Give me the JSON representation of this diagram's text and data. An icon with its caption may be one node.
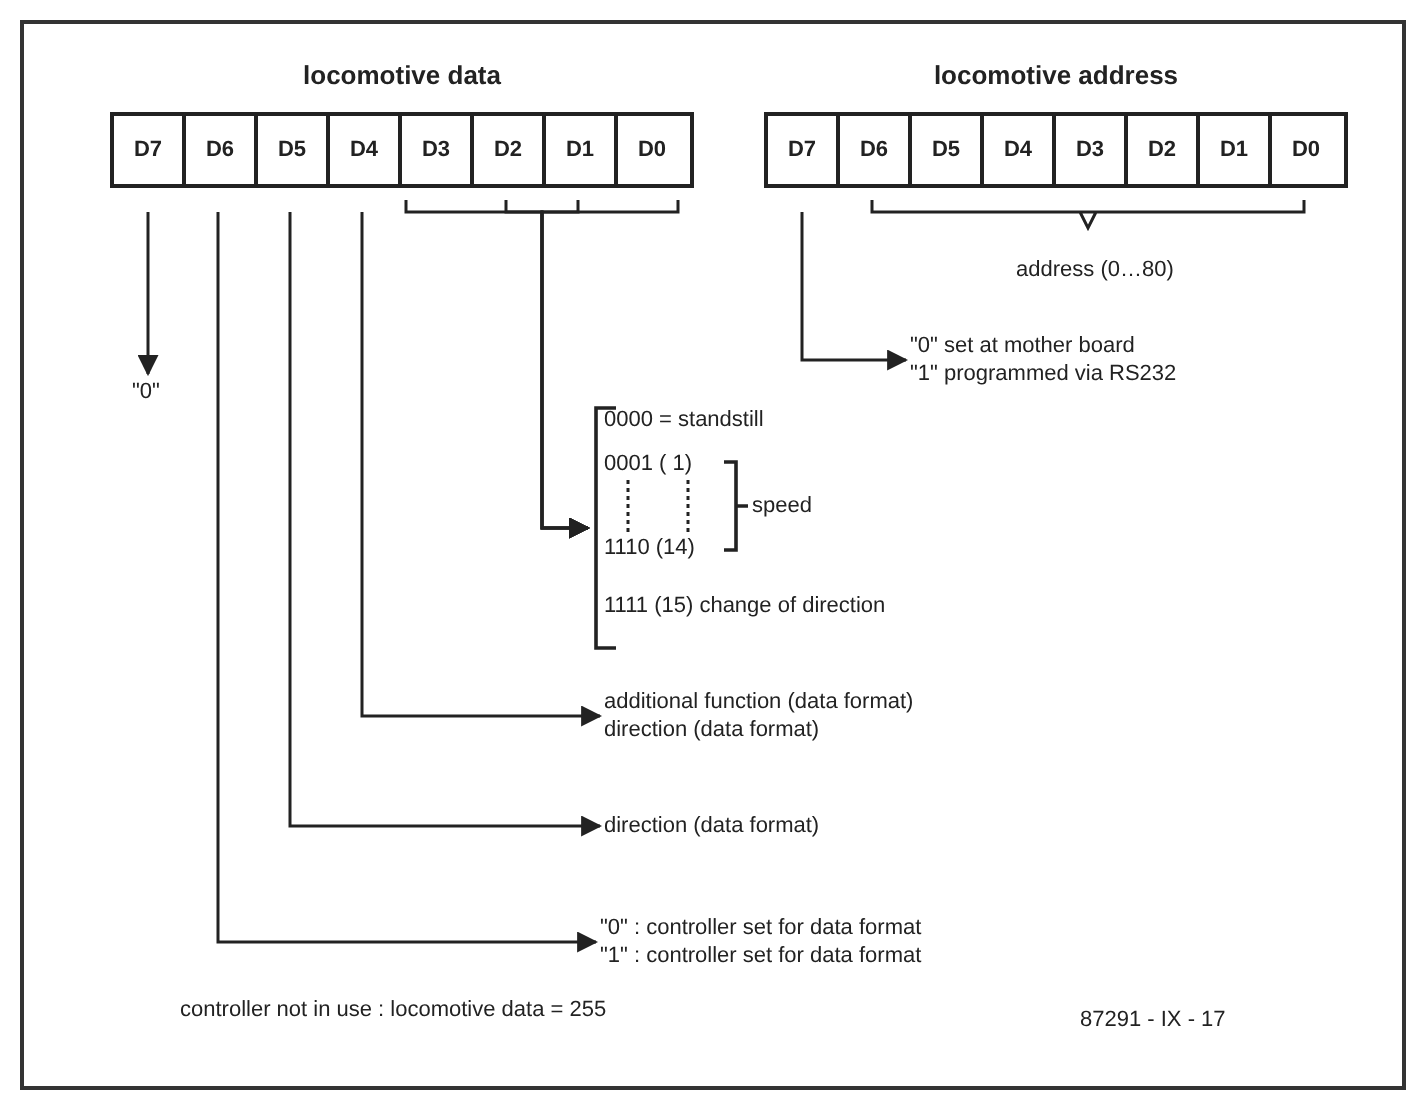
{
  "diagram": {
    "nodes": [
      {
        "text": [
          "locomotive data"
        ]
      },
      {
        "text": [
          "D7"
        ],
        "in": 0
      },
      {
        "text": [
          "D6"
        ],
        "in": 0
      },
      {
        "text": [
          "D5"
        ],
        "in": 0
      },
      {
        "text": [
          "D4"
        ],
        "in": 0
      },
      {
        "text": [
          "D3"
        ],
        "in": 0
      },
      {
        "text": [
          "D2"
        ],
        "in": 0
      },
      {
        "text": [
          "D1"
        ],
        "in": 0
      },
      {
        "text": [
          "D0"
        ],
        "in": 0
      },
      {
        "text": [
          "locomotive address"
        ]
      },
      {
        "text": [
          "D7"
        ],
        "in": 9
      },
      {
        "text": [
          "D6"
        ],
        "in": 9
      },
      {
        "text": [
          "D5"
        ],
        "in": 9
      },
      {
        "text": [
          "D4"
        ],
        "in": 9
      },
      {
        "text": [
          "D3"
        ],
        "in": 9
      },
      {
        "text": [
          "D2"
        ],
        "in": 9
      },
      {
        "text": [
          "D1"
        ],
        "in": 9
      },
      {
        "text": [
          "D0"
        ],
        "in": 9
      },
      {
        "text": [
          "\"0\""
        ]
      },
      {
        "text": [
          "0000 = standstill",
          "0001 ( 1)",
          "1110 (14)",
          "speed",
          "1111 (15) change of direction"
        ]
      },
      {
        "text": [
          "\"0\" set at mother board",
          "\"1\" programmed via RS232"
        ]
      },
      {
        "text": [
          "additional function (data format)",
          "direction (data format)"
        ]
      },
      {
        "text": [
          "direction (data format)"
        ]
      },
      {
        "text": [
          "\"0\" : controller set for data format",
          "\"1\" : controller set for data format"
        ]
      }
    ],
    "edges": [
      {
        "from": 1,
        "to": 18,
        "arrow": "to"
      },
      {
        "from": 5,
        "to": 19,
        "arrow": "to"
      },
      {
        "from": 6,
        "to": 19,
        "arrow": "to"
      },
      {
        "from": 7,
        "to": 19,
        "arrow": "to"
      },
      {
        "from": 8,
        "to": 19,
        "arrow": "to"
      },
      {
        "from": 10,
        "to": 20,
        "arrow": "to"
      },
      {
        "from": 4,
        "to": 21,
        "arrow": "to"
      },
      {
        "from": 3,
        "to": 22,
        "arrow": "to"
      },
      {
        "from": 2,
        "to": 23,
        "arrow": "to"
      }
    ],
    "labels": [
      "address (0…80)",
      "controller not in use : locomotive data = 255",
      "87291 - IX - 17"
    ]
  }
}
